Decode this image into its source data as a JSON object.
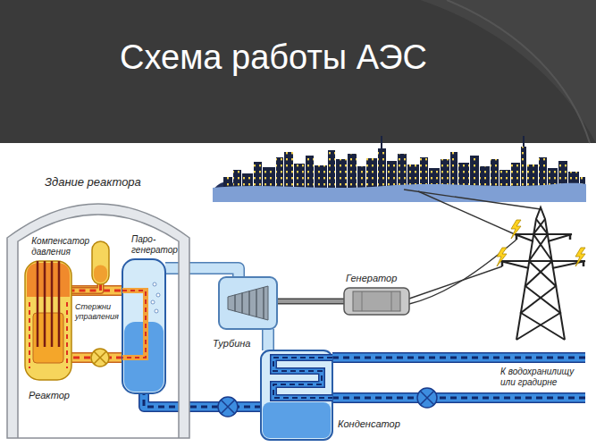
{
  "diagram": {
    "title": "Схема работы АЭС",
    "nodes": [
      {
        "text": [
          "Здание реактора"
        ]
      },
      {
        "text": [
          "Компенсатор давления"
        ],
        "in": 0
      },
      {
        "text": [
          "Паро- генератор"
        ],
        "in": 0
      },
      {
        "text": [
          "Реактор"
        ],
        "in": 0
      },
      {
        "text": [
          "Генератор"
        ]
      },
      {
        "text": [
          "Турбина"
        ]
      },
      {
        "text": [
          "Конденсатор"
        ]
      }
    ],
    "edges": [
      {
        "from": 3,
        "to": 2,
        "arrow": "none"
      },
      {
        "from": 2,
        "to": 3,
        "arrow": "none"
      },
      {
        "from": 1,
        "to": 3,
        "arrow": "none"
      },
      {
        "from": 2,
        "to": 5,
        "arrow": "none"
      },
      {
        "from": 5,
        "to": 4,
        "arrow": "none"
      },
      {
        "from": 5,
        "to": 6,
        "arrow": "none"
      },
      {
        "from": 6,
        "to": 2,
        "arrow": "none"
      }
    ],
    "labels": [
      "Стержни управления",
      "К водохранилищу или градирне"
    ]
  }
}
